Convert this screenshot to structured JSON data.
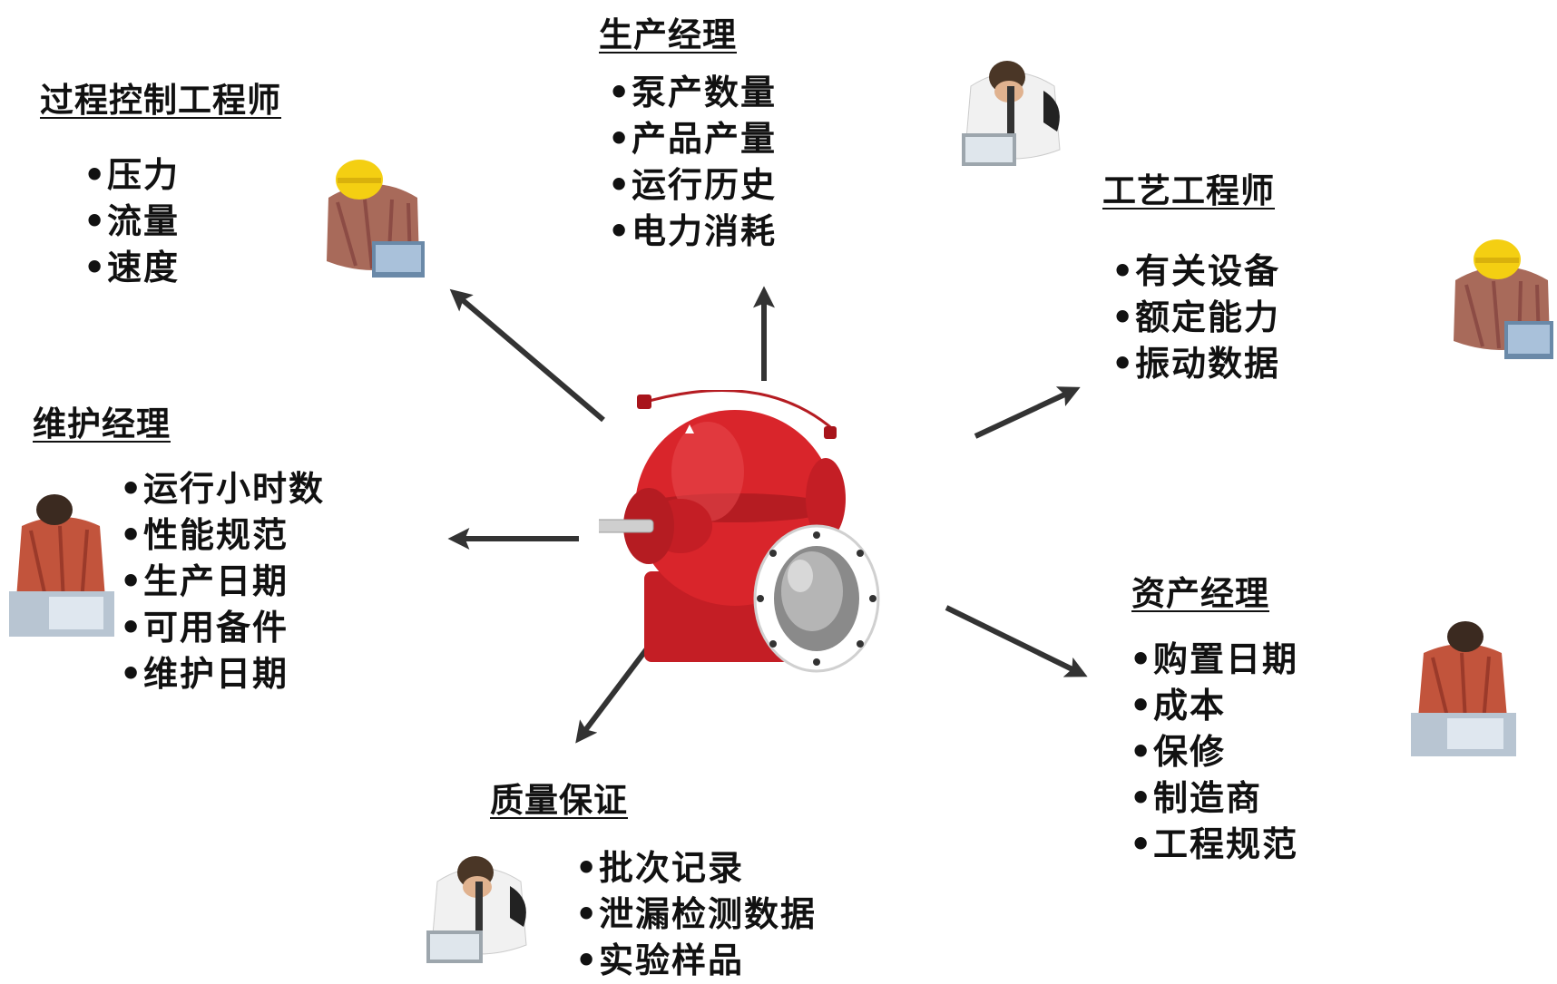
{
  "roles": {
    "process_control": {
      "title": "过程控制工程师",
      "items": [
        "压力",
        "流量",
        "速度"
      ]
    },
    "production": {
      "title": "生产经理",
      "items": [
        "泵产数量",
        "产品产量",
        "运行历史",
        "电力消耗"
      ]
    },
    "process_engineer": {
      "title": "工艺工程师",
      "items": [
        "有关设备",
        "额定能力",
        "振动数据"
      ]
    },
    "maintenance": {
      "title": "维护经理",
      "items": [
        "运行小时数",
        "性能规范",
        "生产日期",
        "可用备件",
        "维护日期"
      ]
    },
    "asset": {
      "title": "资产经理",
      "items": [
        "购置日期",
        "成本",
        "保修",
        "制造商",
        "工程规范"
      ]
    },
    "quality": {
      "title": "质量保证",
      "items": [
        "批次记录",
        "泄漏检测数据",
        "实验样品"
      ]
    }
  },
  "icons": {
    "pump": "centrifugal-pump-icon",
    "worker_hardhat": "worker-hardhat-icon",
    "worker_laptop": "businessman-laptop-icon",
    "worker_desk": "worker-desk-icon"
  },
  "colors": {
    "pump_red": "#d9252b",
    "pump_dark": "#a8141b",
    "arrow": "#333333",
    "text": "#111111"
  }
}
